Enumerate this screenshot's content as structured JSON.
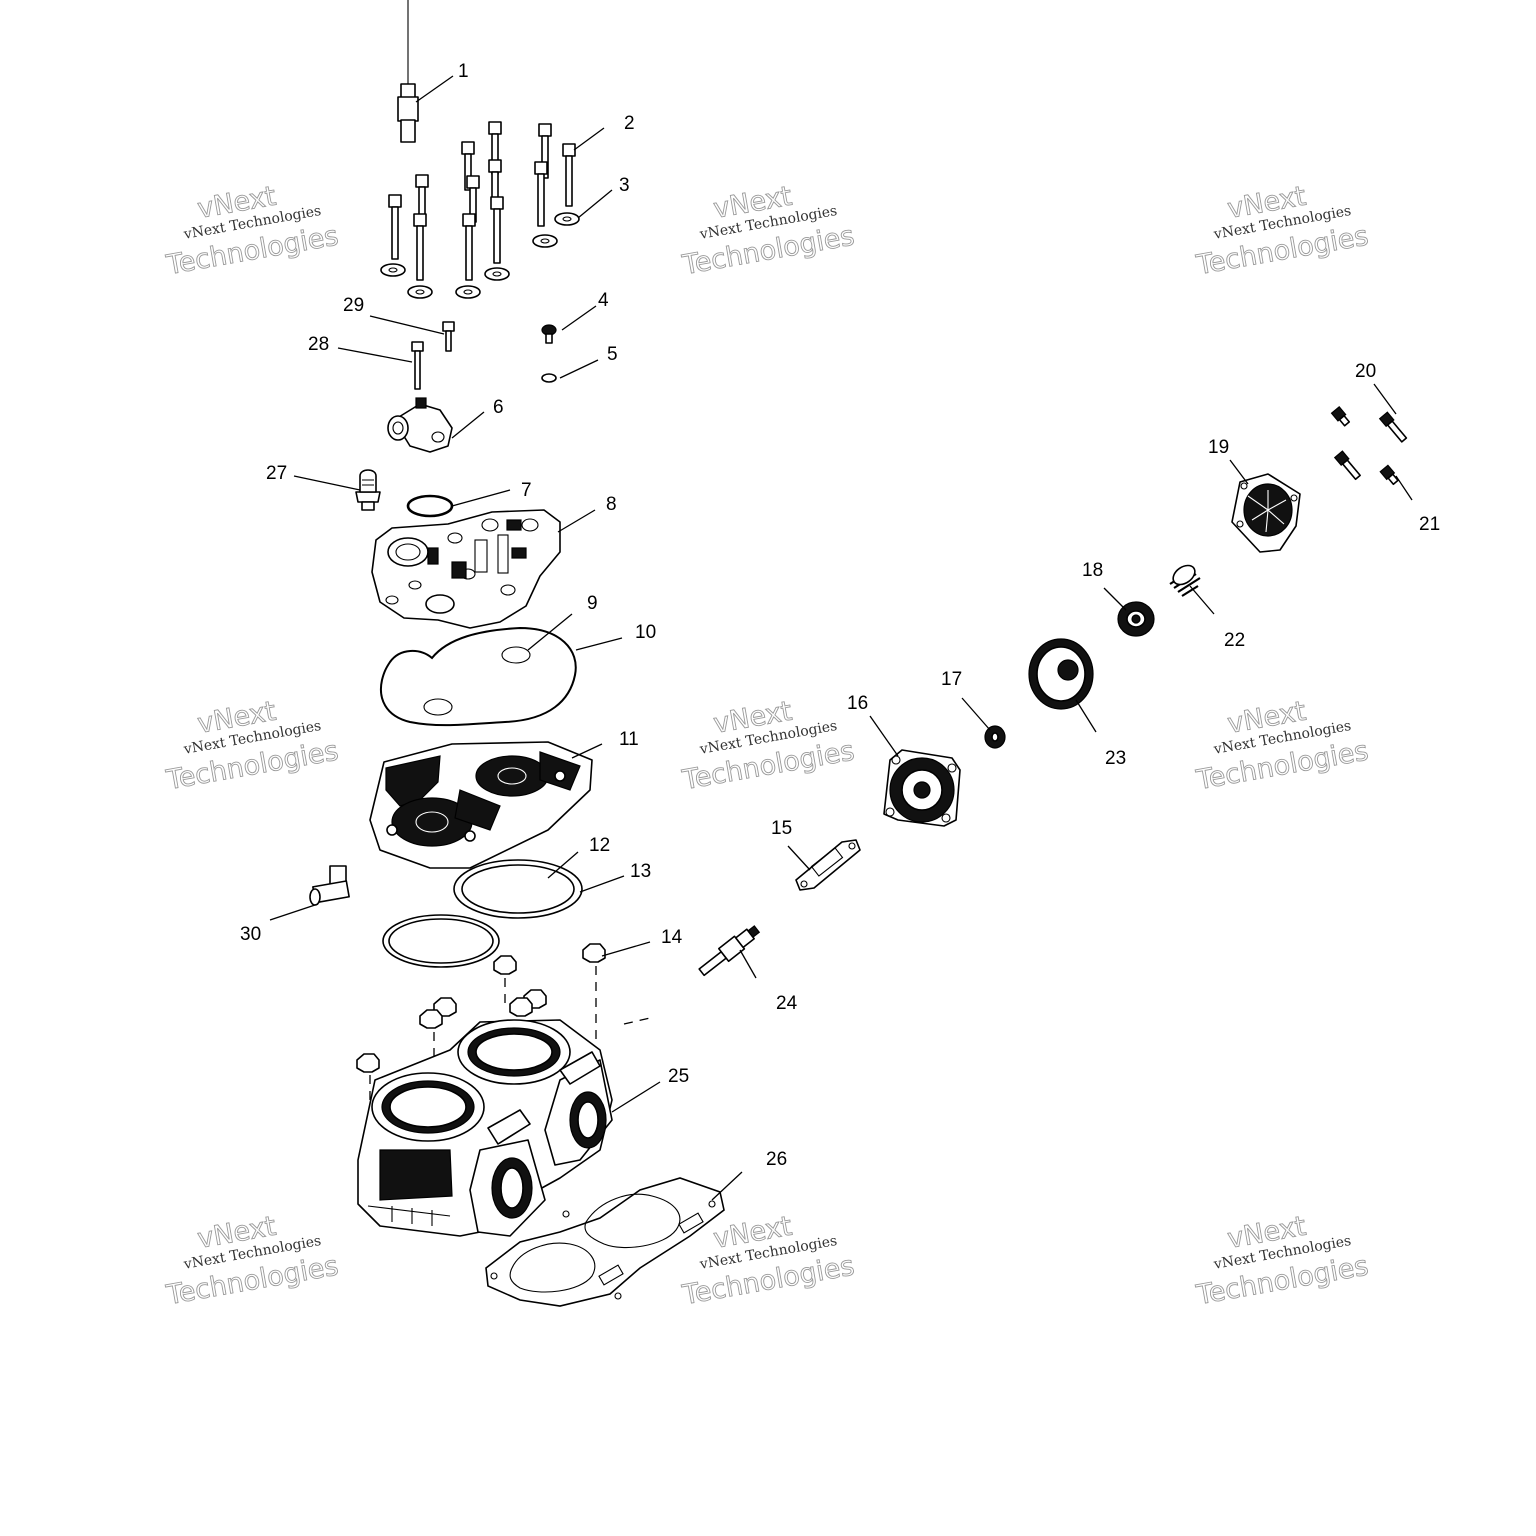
{
  "watermark": {
    "line1": "vNext",
    "line2": "vNext Technologies",
    "line3": "Technologies"
  },
  "callouts": [
    "1",
    "2",
    "3",
    "4",
    "5",
    "6",
    "7",
    "8",
    "9",
    "10",
    "11",
    "12",
    "13",
    "14",
    "15",
    "16",
    "17",
    "18",
    "19",
    "20",
    "21",
    "22",
    "23",
    "24",
    "25",
    "26",
    "27",
    "28",
    "29",
    "30"
  ]
}
